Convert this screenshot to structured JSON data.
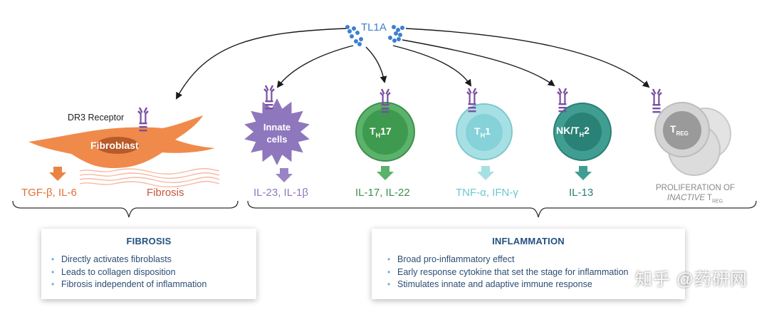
{
  "ligand": {
    "label": "TL1A"
  },
  "fibroblast": {
    "receptor_label": "DR3 Receptor",
    "cell_label": "Fibroblast",
    "output_label": "TGF-β, IL-6",
    "fibrosis_label": "Fibrosis"
  },
  "cells": [
    {
      "label": "Innate cells",
      "output": "IL-23, IL-1β",
      "color": "#8f77bd"
    },
    {
      "label_main": "T",
      "label_sub": "H",
      "label_tail": "17",
      "output": "IL-17, IL-22",
      "color": "#4aa457"
    },
    {
      "label_main": "T",
      "label_sub": "H",
      "label_tail": "1",
      "output": "TNF-α, IFN-γ",
      "color": "#7fd0d8"
    },
    {
      "label_main": "NK/T",
      "label_sub": "H",
      "label_tail": "2",
      "output": "IL-13",
      "color": "#2f8c7f"
    },
    {
      "label_main": "T",
      "label_sub": "REG",
      "output_line1": "PROLIFERATION OF",
      "output_line2": "INACTIVE",
      "output_line2_main": "T",
      "output_line2_sub": "REG",
      "color": "#bdbdbd"
    }
  ],
  "fibrosis_box": {
    "title": "FIBROSIS",
    "bullets": [
      "Directly activates fibroblasts",
      "Leads to collagen disposition",
      "Fibrosis independent of inflammation"
    ]
  },
  "inflammation_box": {
    "title": "INFLAMMATION",
    "bullets": [
      "Broad pro-inflammatory effect",
      "Early response cytokine that set the stage for inflammation",
      "Stimulates innate and adaptive immune response"
    ]
  },
  "watermark": "知乎 @药研网",
  "colors": {
    "fibro": "#f08a4b",
    "fibro_text": "#e07030",
    "ligand": "#3d7fd0",
    "receptor": "#7a4fa0",
    "box_title": "#22517f"
  }
}
